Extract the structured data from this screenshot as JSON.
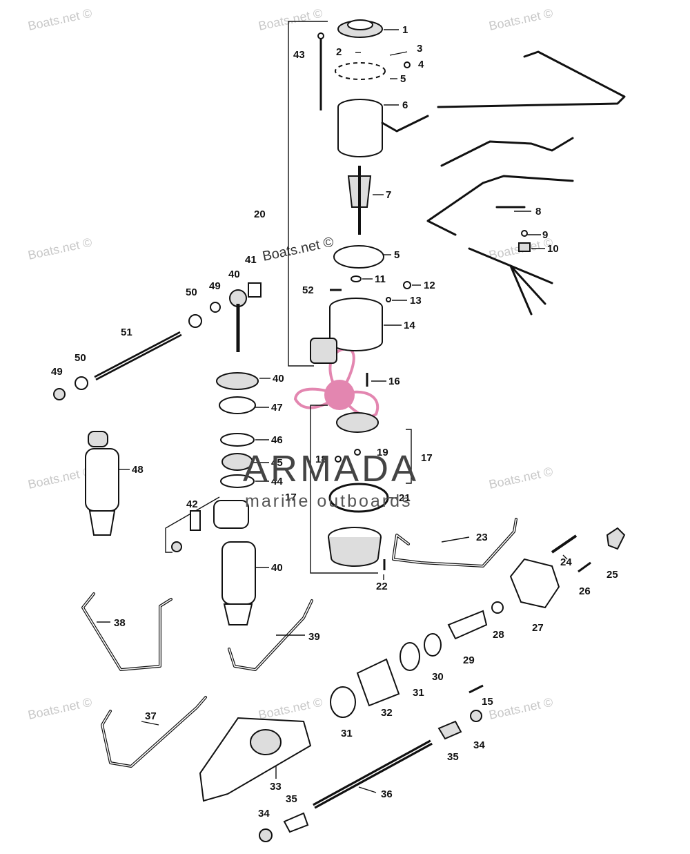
{
  "watermark_text": "Boats.net ©",
  "brand": {
    "name": "ARMADA",
    "tagline": "marine outboards",
    "logo_color": "#e07aa8"
  },
  "callouts": [
    {
      "id": "c1",
      "text": "1"
    },
    {
      "id": "c2",
      "text": "2"
    },
    {
      "id": "c3",
      "text": "3"
    },
    {
      "id": "c4",
      "text": "4"
    },
    {
      "id": "c5a",
      "text": "5"
    },
    {
      "id": "c6",
      "text": "6"
    },
    {
      "id": "c7",
      "text": "7"
    },
    {
      "id": "c8",
      "text": "8"
    },
    {
      "id": "c9",
      "text": "9"
    },
    {
      "id": "c10",
      "text": "10"
    },
    {
      "id": "c5b",
      "text": "5"
    },
    {
      "id": "c11",
      "text": "11"
    },
    {
      "id": "c12",
      "text": "12"
    },
    {
      "id": "c13",
      "text": "13"
    },
    {
      "id": "c14",
      "text": "14"
    },
    {
      "id": "c52",
      "text": "52"
    },
    {
      "id": "c16",
      "text": "16"
    },
    {
      "id": "c20",
      "text": "20"
    },
    {
      "id": "c43",
      "text": "43"
    },
    {
      "id": "c41",
      "text": "41"
    },
    {
      "id": "c40a",
      "text": "40"
    },
    {
      "id": "c49a",
      "text": "49"
    },
    {
      "id": "c50a",
      "text": "50"
    },
    {
      "id": "c51",
      "text": "51"
    },
    {
      "id": "c50b",
      "text": "50"
    },
    {
      "id": "c49b",
      "text": "49"
    },
    {
      "id": "c40b",
      "text": "40"
    },
    {
      "id": "c47",
      "text": "47"
    },
    {
      "id": "c46",
      "text": "46"
    },
    {
      "id": "c45",
      "text": "45"
    },
    {
      "id": "c44",
      "text": "44"
    },
    {
      "id": "c48",
      "text": "48"
    },
    {
      "id": "c42",
      "text": "42"
    },
    {
      "id": "c17a",
      "text": "17"
    },
    {
      "id": "c18",
      "text": "18"
    },
    {
      "id": "c19",
      "text": "19"
    },
    {
      "id": "c17b",
      "text": "17"
    },
    {
      "id": "c21",
      "text": "21"
    },
    {
      "id": "c40c",
      "text": "40"
    },
    {
      "id": "c22",
      "text": "22"
    },
    {
      "id": "c23",
      "text": "23"
    },
    {
      "id": "c24",
      "text": "24"
    },
    {
      "id": "c25",
      "text": "25"
    },
    {
      "id": "c26",
      "text": "26"
    },
    {
      "id": "c27",
      "text": "27"
    },
    {
      "id": "c28",
      "text": "28"
    },
    {
      "id": "c29",
      "text": "29"
    },
    {
      "id": "c30",
      "text": "30"
    },
    {
      "id": "c31a",
      "text": "31"
    },
    {
      "id": "c32",
      "text": "32"
    },
    {
      "id": "c31b",
      "text": "31"
    },
    {
      "id": "c15",
      "text": "15"
    },
    {
      "id": "c34a",
      "text": "34"
    },
    {
      "id": "c35a",
      "text": "35"
    },
    {
      "id": "c36",
      "text": "36"
    },
    {
      "id": "c33",
      "text": "33"
    },
    {
      "id": "c34b",
      "text": "34"
    },
    {
      "id": "c35b",
      "text": "35"
    },
    {
      "id": "c37",
      "text": "37"
    },
    {
      "id": "c38",
      "text": "38"
    },
    {
      "id": "c39",
      "text": "39"
    }
  ]
}
